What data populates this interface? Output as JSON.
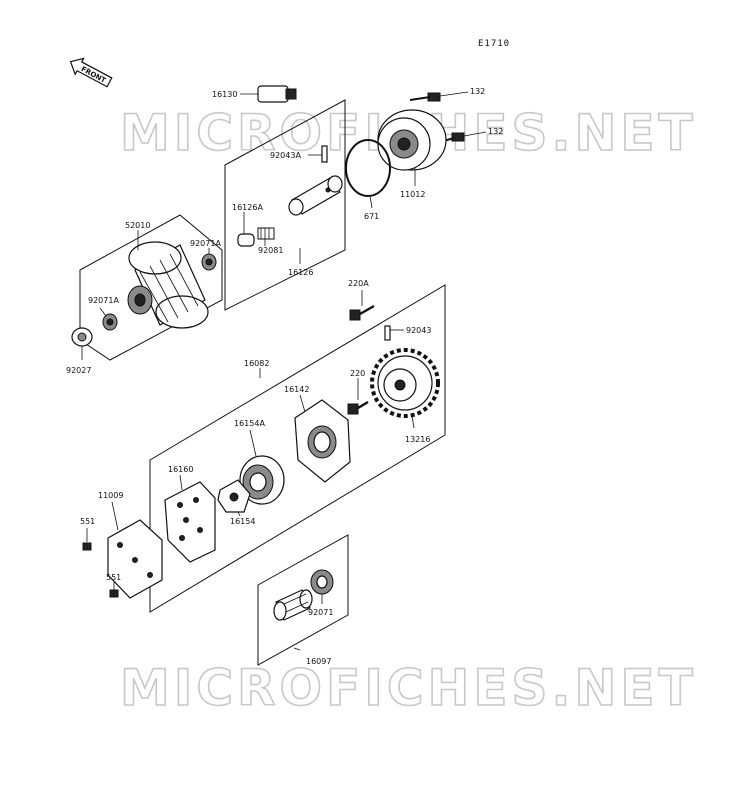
{
  "diagram_code": "E1710",
  "front_label": "FRONT",
  "watermarks": [
    "MICROFICHES.NET",
    "MICROFICHES.NET"
  ],
  "parts": {
    "p16130": "16130",
    "p132a": "132",
    "p132b": "132",
    "p92043A": "92043A",
    "p16126A": "16126A",
    "p92081": "92081",
    "p16126": "16126",
    "p671": "671",
    "p11012": "11012",
    "p52010": "52010",
    "p92071A_a": "92071A",
    "p92071A_b": "92071A",
    "p92027": "92027",
    "p220A": "220A",
    "p92043": "92043",
    "p16082": "16082",
    "p16142": "16142",
    "p220": "220",
    "p13216": "13216",
    "p16154A": "16154A",
    "p16160": "16160",
    "p16154": "16154",
    "p11009": "11009",
    "p551a": "551",
    "p551b": "551",
    "p92071": "92071",
    "p16097": "16097"
  }
}
